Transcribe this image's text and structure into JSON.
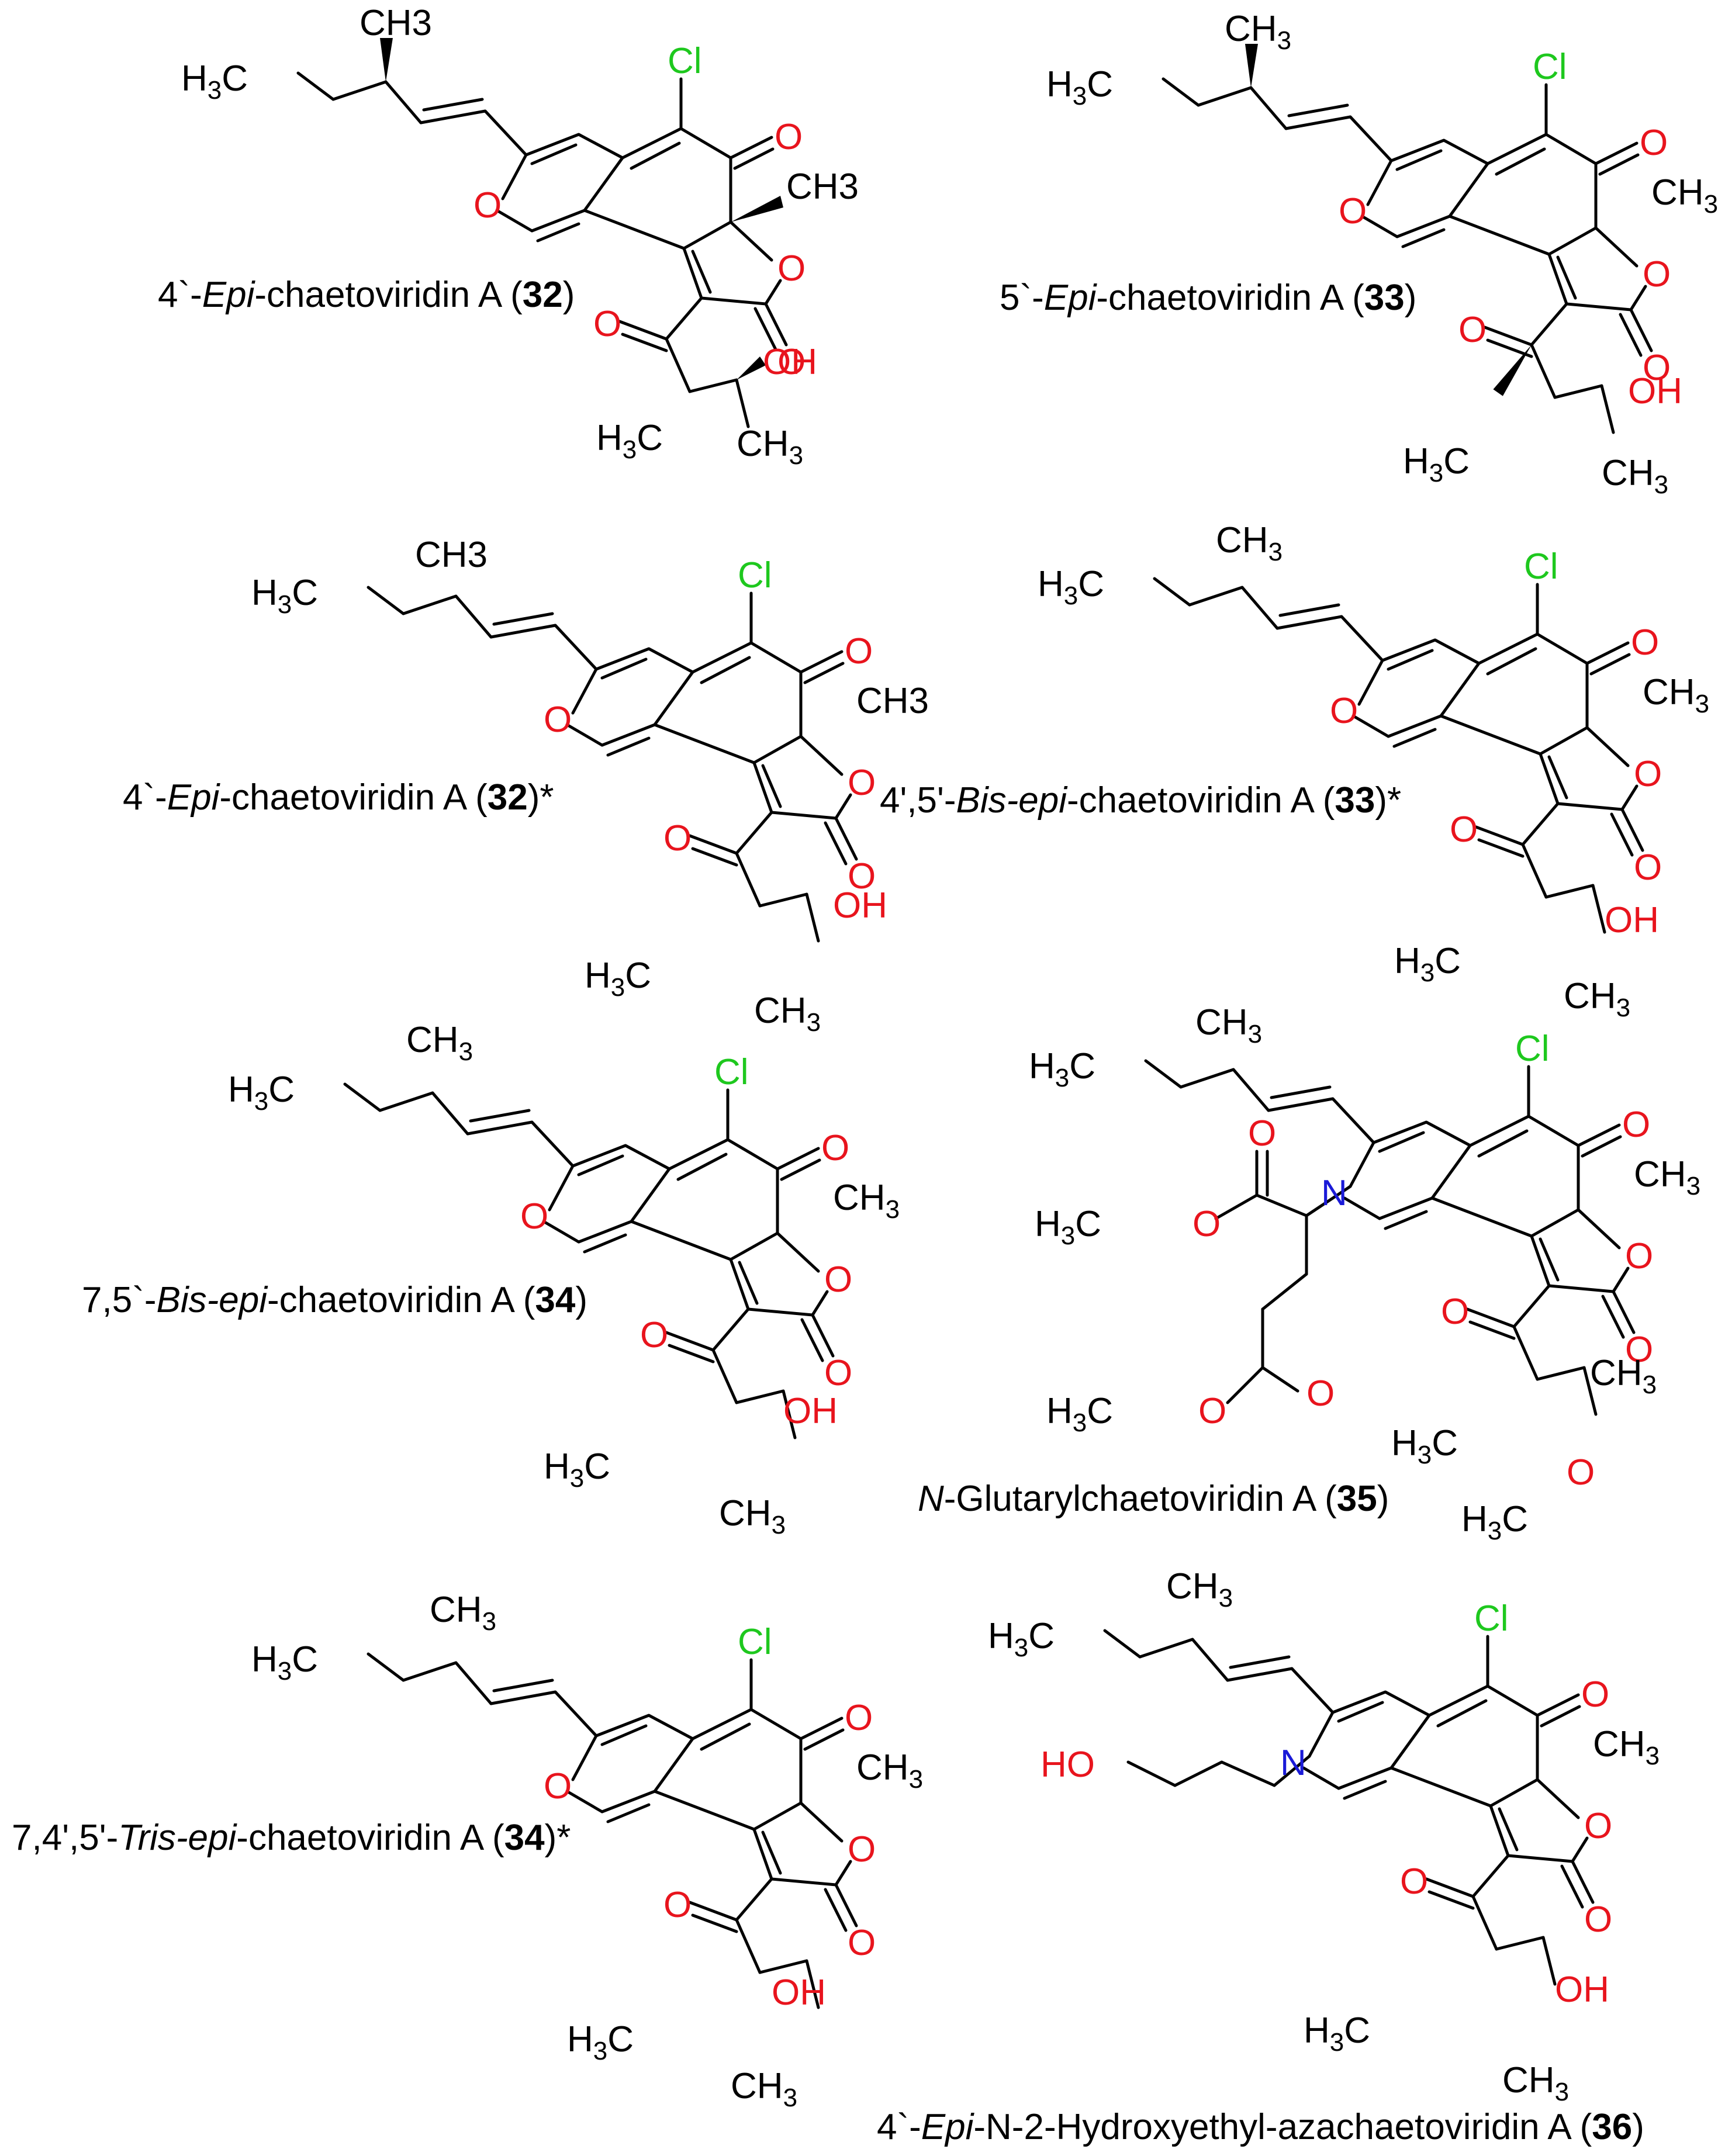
{
  "colors": {
    "carbon": "#000000",
    "oxygen": "#e8141d",
    "chlorine": "#1ec81e",
    "nitrogen": "#1a1ad8"
  },
  "labels": {
    "cl": "Cl",
    "o": "O",
    "n": "N",
    "oh": "OH",
    "ho": "HO",
    "ch3": "CH3",
    "h3c": "H3C",
    "ch": "CH",
    "hc": "H",
    "c": "C",
    "three": "3",
    "open_paren": "(",
    "close_paren": ")",
    "star": ")*"
  },
  "compounds": [
    {
      "id": "c32a",
      "prefix": "4`-",
      "italic": "Epi",
      "rest": "-chaetoviridin A (",
      "number": "32",
      "suffix": ")"
    },
    {
      "id": "c33a",
      "prefix": "5`-",
      "italic": "Epi",
      "rest": "-chaetoviridin A (",
      "number": "33",
      "suffix": ")"
    },
    {
      "id": "c32b",
      "prefix": "4`-",
      "italic": "Epi",
      "rest": "-chaetoviridin A   (",
      "number": "32",
      "suffix": ")*"
    },
    {
      "id": "c33b",
      "prefix": "4',5'-",
      "italic": "Bis-epi",
      "rest": "-chaetoviridin A (",
      "number": "33",
      "suffix": ")*"
    },
    {
      "id": "c34a",
      "prefix": "7,5`-",
      "italic": "Bis-epi",
      "rest": "-chaetoviridin A (",
      "number": "34",
      "suffix": ")"
    },
    {
      "id": "c35",
      "prefix": "",
      "italic": "N",
      "rest": "-Glutarylchaetoviridin A (",
      "number": "35",
      "suffix": ")"
    },
    {
      "id": "c34b",
      "prefix": "7,4',5'-",
      "italic": "Tris-epi",
      "rest": "-chaetoviridin A (",
      "number": "34",
      "suffix": ")*"
    },
    {
      "id": "c36",
      "prefix": "4`-",
      "italic": "Epi",
      "rest": "-N-2-Hydroxyethyl-azachaetoviridin A (",
      "number": "36",
      "suffix": ")"
    }
  ]
}
